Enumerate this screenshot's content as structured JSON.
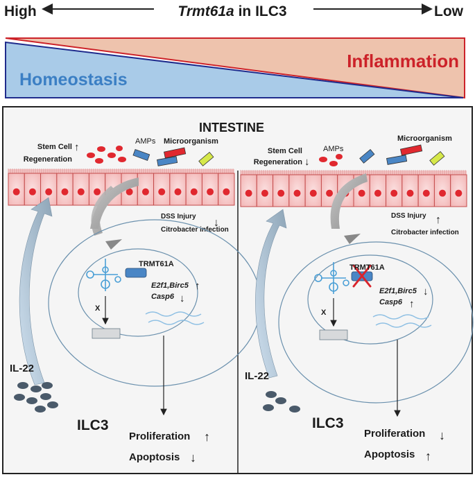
{
  "header": {
    "high": "High",
    "gene": "Trmt61a",
    "cell_suffix": " in ILC3",
    "low": "Low"
  },
  "balance": {
    "left": "Homeostasis",
    "right": "Inflammation",
    "colors": {
      "homeostasis": "#a9cbe8",
      "homeostasis_text": "#3b7fc4",
      "inflammation": "#eec3ad",
      "inflammation_text": "#cc2229"
    }
  },
  "panel": {
    "title": "INTESTINE",
    "left": {
      "stem_cell": [
        "Stem Cell",
        "Regeneration"
      ],
      "stem_arrow": "↑",
      "amps": "AMPs",
      "microorganism": "Microorganism",
      "dss": "DSS Injury",
      "citrobacter": "Citrobacter infection",
      "injury_arrow": "↓",
      "enzyme": "TRMT61A",
      "genes1": "E2f1,Birc5",
      "genes1_arrow": "↑",
      "genes2": "Casp6",
      "genes2_arrow": "↓",
      "x_mark": "X",
      "il22": "IL-22",
      "cell": "ILC3",
      "proliferation": "Proliferation",
      "proliferation_arrow": "↑",
      "apoptosis": "Apoptosis",
      "apoptosis_arrow": "↓"
    },
    "right": {
      "stem_cell": [
        "Stem Cell",
        "Regeneration"
      ],
      "stem_arrow": "↓",
      "amps": "AMPs",
      "microorganism": "Microorganism",
      "dss": "DSS Injury",
      "citrobacter": "Citrobacter infection",
      "injury_arrow": "↑",
      "enzyme": "TRMT61A",
      "genes1": "E2f1,Birc5",
      "genes1_arrow": "↓",
      "genes2": "Casp6",
      "genes2_arrow": "↑",
      "x_mark": "X",
      "il22": "IL-22",
      "cell": "ILC3",
      "proliferation": "Proliferation",
      "proliferation_arrow": "↓",
      "apoptosis": "Apoptosis",
      "apoptosis_arrow": "↑"
    }
  }
}
